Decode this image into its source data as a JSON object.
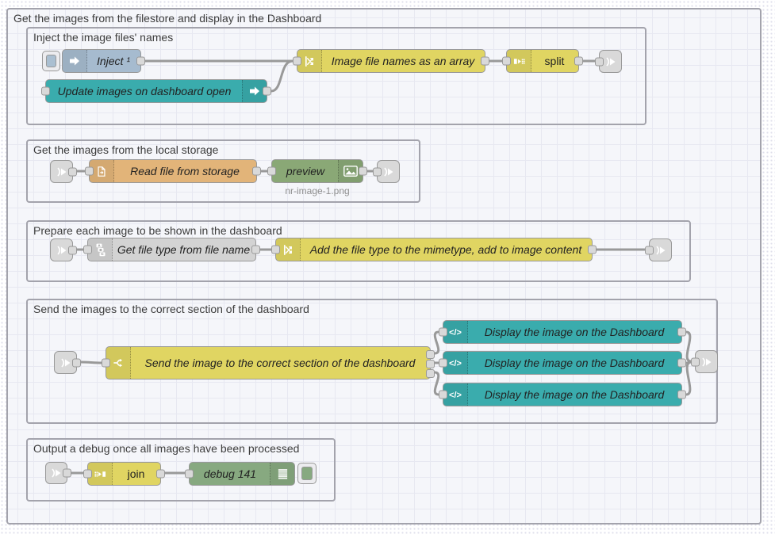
{
  "palette": {
    "canvas_bg": "#ffffff",
    "group_fill": "#f5f6fa",
    "grid_line": "#e7e8f1",
    "group_border": "#a3a3ac",
    "node_border": "#999999",
    "wire": "#999999",
    "inject_node": "#a6bbcf",
    "dashboard_node": "#3aacad",
    "function_node": "#e0d562",
    "file_node": "#e2b479",
    "filetype_node": "#d3d3d3",
    "preview_node": "#8aa876",
    "debug_node": "#87a980",
    "link_node": "#d9d9d9",
    "status_color": "#8f8f8f"
  },
  "icons": {
    "template_glyph": "</>",
    "abc": [
      "A",
      "B",
      "C"
    ]
  },
  "outer_group": {
    "title": "Get the images from the filestore and display in the Dashboard"
  },
  "inject_group": {
    "title": "Inject the image files' names",
    "inject_label": "Inject ¹",
    "ui_control_label": "Update images on dashboard open",
    "function_label": "Image file names as an array",
    "split_label": "split"
  },
  "storage_group": {
    "title": "Get the images from the local storage",
    "file_label": "Read file from storage",
    "preview_label": "preview",
    "preview_status": "nr-image-1.png"
  },
  "prepare_group": {
    "title": "Prepare each image to be shown in the dashboard",
    "filetype_label": "Get file type from file name",
    "function_label": "Add the file type to the mimetype, add to image content"
  },
  "send_group": {
    "title": "Send the images to the correct section of the dashboard",
    "switch_label": "Send the image to the correct section of the dashboard",
    "template_labels": [
      "Display the image on the Dashboard",
      "Display the image on the Dashboard",
      "Display the image on the Dashboard"
    ]
  },
  "debug_group": {
    "title": "Output a debug once all images have been processed",
    "join_label": "join",
    "debug_label": "debug 141"
  }
}
